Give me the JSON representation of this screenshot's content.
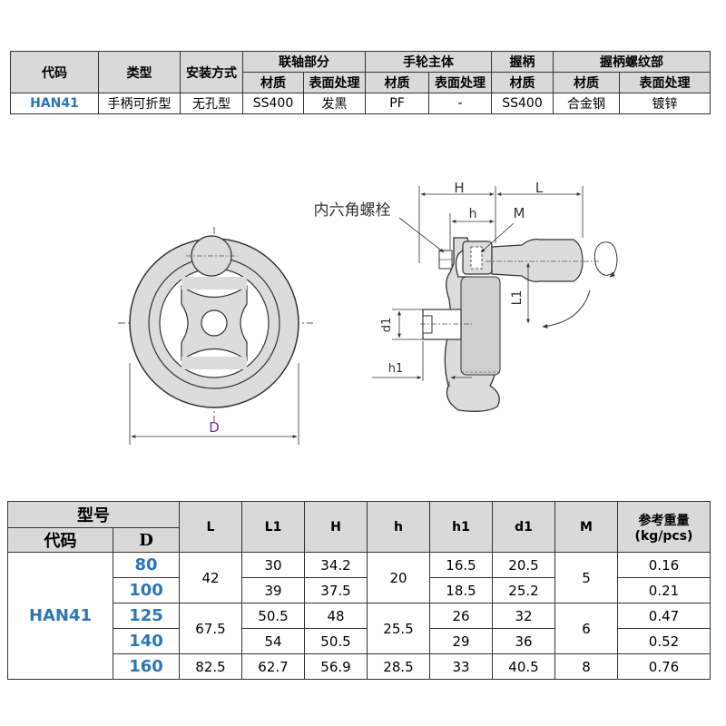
{
  "spec_table": {
    "headers": {
      "code": "代码",
      "type": "类型",
      "mount": "安装方式",
      "shaft_part": "联轴部分",
      "wheel_body": "手轮主体",
      "grip": "握柄",
      "grip_thread": "握柄螺纹部"
    },
    "subheaders": {
      "shaft_material": "材质",
      "shaft_surface": "表面处理",
      "wheel_material": "材质",
      "wheel_surface": "表面处理",
      "grip_material": "材质",
      "thread_material": "材质",
      "thread_surface": "表面处理"
    },
    "row": {
      "code": "HAN41",
      "type": "手柄可折型",
      "mount": "无孔型",
      "shaft_material": "SS400",
      "shaft_surface": "发黑",
      "wheel_material": "PF",
      "wheel_surface": "-",
      "grip_material": "SS400",
      "thread_material": "合金钢",
      "thread_surface": "镀锌"
    }
  },
  "drawing": {
    "label_D": "D",
    "label_H": "H",
    "label_L": "L",
    "label_h": "h",
    "label_M": "M",
    "label_L1": "L1",
    "label_d1": "d1",
    "label_h1": "h1",
    "bolt_callout": "内六角螺栓",
    "colors": {
      "body": "#dcdcdc",
      "outline": "#333333",
      "dim_D": "#7030a0"
    }
  },
  "dim_table": {
    "header": {
      "model": "型号",
      "code": "代码",
      "D": "D",
      "L": "L",
      "L1": "L1",
      "H": "H",
      "h": "h",
      "h1": "h1",
      "d1": "d1",
      "M": "M",
      "weight_line1": "参考重量",
      "weight_line2": "(kg/pcs)"
    },
    "code": "HAN41",
    "D_values": [
      "80",
      "100",
      "125",
      "140",
      "160"
    ],
    "L_values": [
      "42",
      "67.5",
      "82.5"
    ],
    "L1_values": [
      "30",
      "39",
      "50.5",
      "54",
      "62.7"
    ],
    "H_values": [
      "34.2",
      "37.5",
      "48",
      "50.5",
      "56.9"
    ],
    "h_values": [
      "20",
      "25.5",
      "28.5"
    ],
    "h1_values": [
      "16.5",
      "18.5",
      "26",
      "29",
      "33"
    ],
    "d1_values": [
      "20.5",
      "25.2",
      "32",
      "36",
      "40.5"
    ],
    "M_values": [
      "5",
      "6",
      "8"
    ],
    "weight_values": [
      "0.16",
      "0.21",
      "0.47",
      "0.52",
      "0.76"
    ]
  }
}
